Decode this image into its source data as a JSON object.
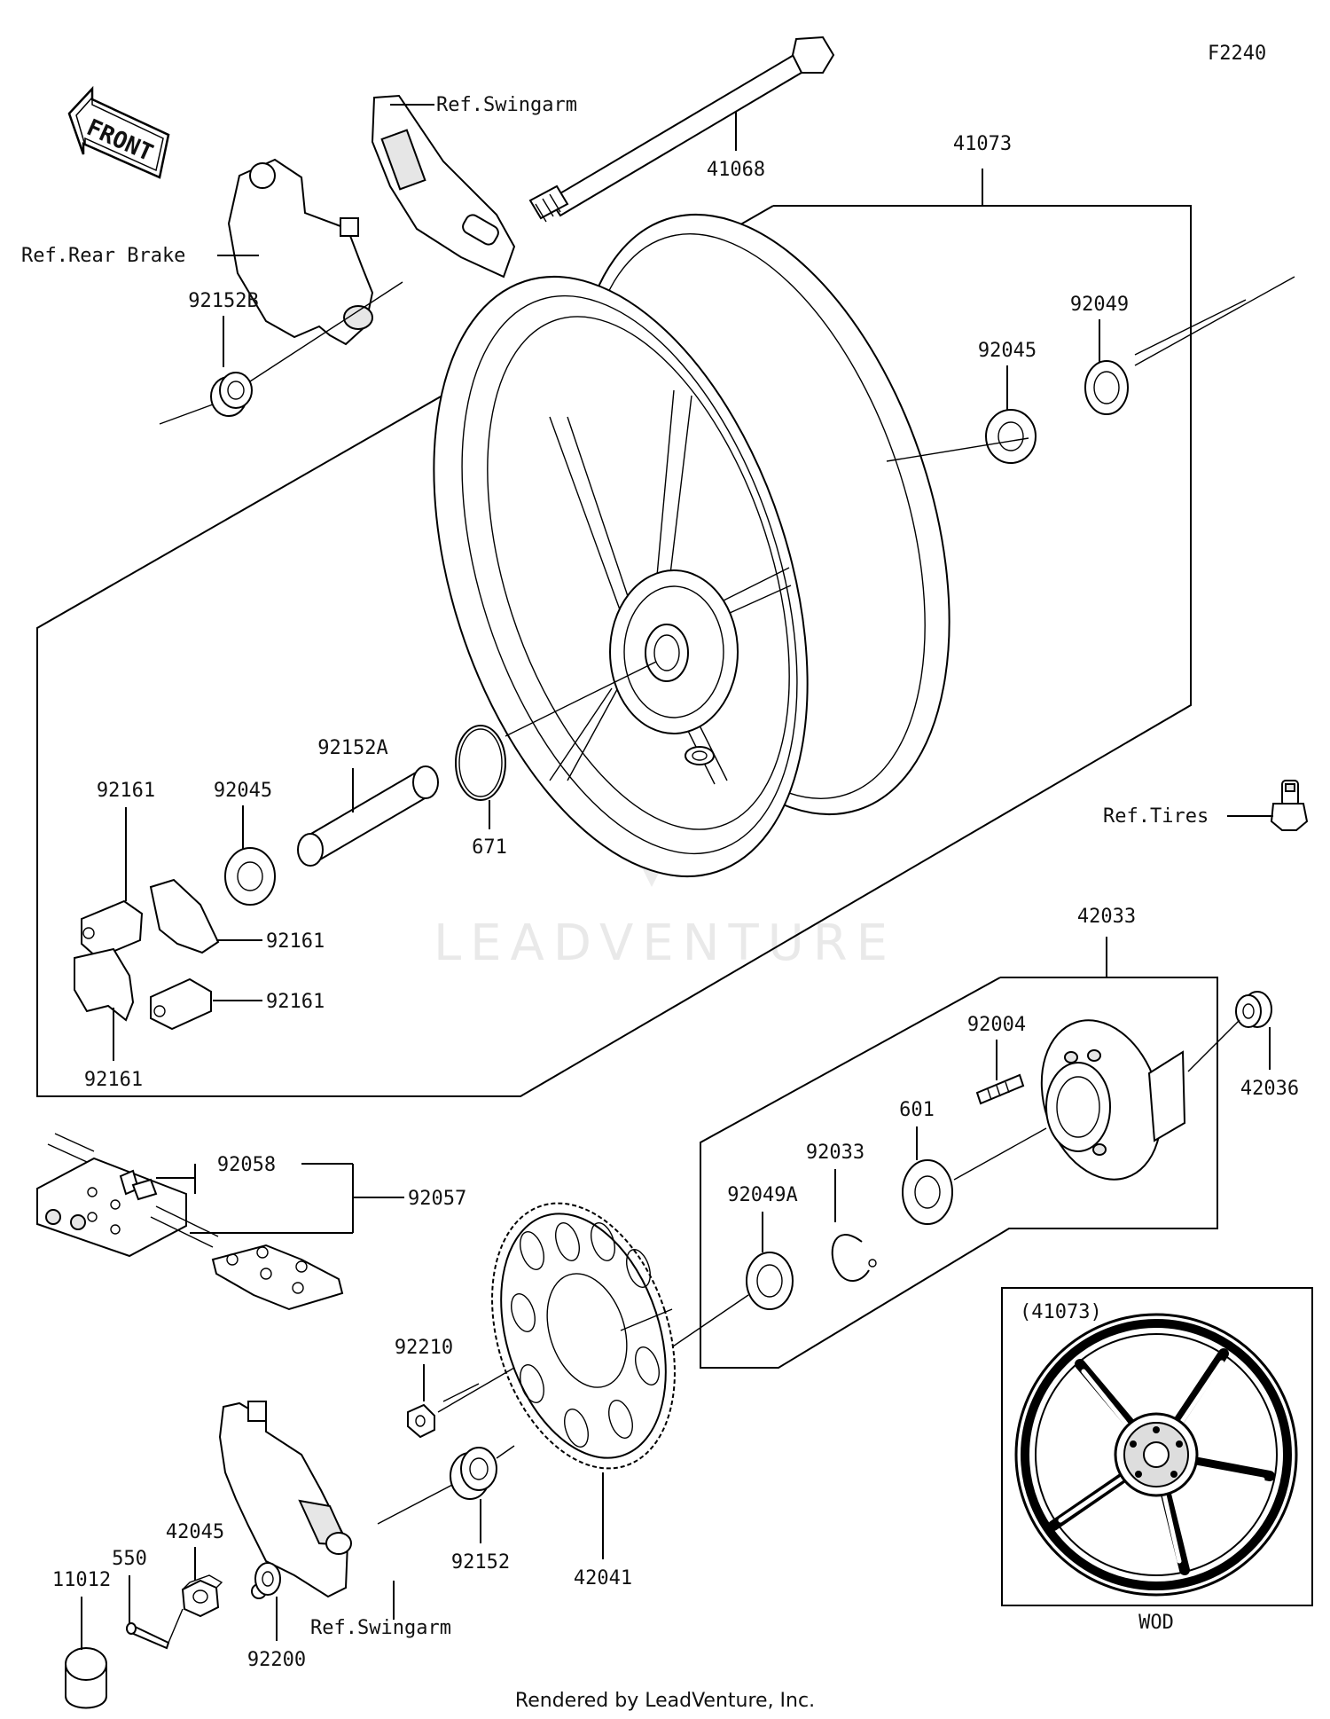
{
  "figure_code": "F2240",
  "labels": {
    "front": "FRONT",
    "ref_swingarm_top": "Ref.Swingarm",
    "ref_rear_brake": "Ref.Rear Brake",
    "ref_tires": "Ref.Tires",
    "ref_swingarm_bottom": "Ref.Swingarm",
    "p41068": "41068",
    "p41073": "41073",
    "p92152B": "92152B",
    "p92049": "92049",
    "p92045_top": "92045",
    "p92152A": "92152A",
    "p92045_mid": "92045",
    "p671": "671",
    "p92161_a": "92161",
    "p92161_b": "92161",
    "p92161_c": "92161",
    "p92161_d": "92161",
    "p42033": "42033",
    "p92004": "92004",
    "p42036": "42036",
    "p601": "601",
    "p92033": "92033",
    "p92049A": "92049A",
    "p92058": "92058",
    "p92057": "92057",
    "p92210": "92210",
    "p92152": "92152",
    "p42041": "42041",
    "p42045": "42045",
    "p550": "550",
    "p11012": "11012",
    "p92200": "92200"
  },
  "inset": {
    "title": "(41073)",
    "caption": "WOD"
  },
  "watermark": "LEADVENTURE",
  "footer": "Rendered by LeadVenture, Inc."
}
